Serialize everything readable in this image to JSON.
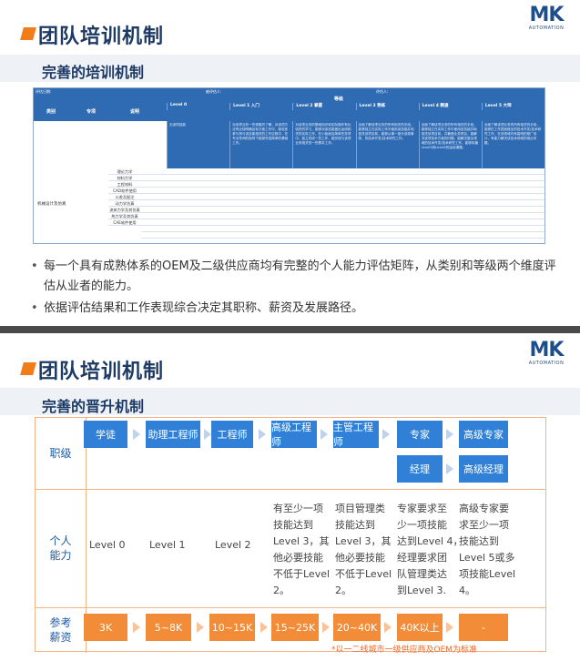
{
  "slide1": {
    "title": "团队培训机制",
    "logo": {
      "text": "MK",
      "sub": "AUTOMATION"
    },
    "subtitle": "完善的培训机制",
    "table": {
      "top_fields": [
        "评估日期:",
        "被评估人:",
        "评估人:"
      ],
      "header_grade": "等级",
      "col_category": "类别",
      "col_item": "专项",
      "col_desc": "说明",
      "levels": [
        "Level 0",
        "Level 1 入门",
        "Level 2 掌握",
        "Level 3 熟练",
        "Level 4 精通",
        "Level 5 大师"
      ],
      "level_desc": [
        "无该项技能",
        "对该项业务一些现象的了解，对该项方法有比较明确目标方面工作中，能较多参与到与该技能相关的工作过程中，在专业导师的指导下能够完成简单的基础工作。",
        "对该项业务的基础知识和实际操作有比较好的学习，能够对该技能做出运用相关的实际工作，在小板面及简单任务项中，独立完成一些工作，能完成与该项业务相关的一些基本工作。",
        "全面了解该项业务的所有相关的手段，能够独立在实际工作中使用该技能并地促进该项目前，能够从事一部分该类事物，的技术开发/技术研究工作。",
        "全面了解该项业务的所有相关的手段，能够独立在实际工作中使用该技能并地促进该项目前，并兼做业务项目，能解决该项技术方面的问题，能解决复杂领域的技术开发/技术研究工作，能够传播Level3到Level4的运用课题。",
        "全面了解该项业务的所有相关的手段，能够在工作层面做出的技术开发/技术研究工作，在该领域内有高明的推广设计，有能力解决该技术领域的难点问题。"
      ],
      "category": "机械设计及仿真",
      "skills": [
        "理论力学",
        "材料力学",
        "工程材料",
        "CAD软件使用",
        "公差及配注",
        "动力学仿真",
        "流体力学及其仿真",
        "热力学及其仿真",
        "CAE软件使用"
      ]
    },
    "bullets": [
      "每一个具有成熟体系的OEM及二级供应商均有完整的个人能力评估矩阵，从类别和等级两个维度评估从业者的能力。",
      "依据评估结果和工作表现综合决定其职称、薪资及发展路径。"
    ]
  },
  "slide2": {
    "title": "团队培训机制",
    "logo": {
      "text": "MK",
      "sub": "AUTOMATION"
    },
    "subtitle": "完善的晋升机制",
    "row_labels": {
      "rank": "职级",
      "ability": "个人能力",
      "salary": "参考薪资"
    },
    "ranks_top": [
      "学徒",
      "助理工程师",
      "工程师",
      "高级工程师",
      "主管工程师",
      "专家",
      "高级专家"
    ],
    "ranks_bottom": [
      "经理",
      "高级经理"
    ],
    "abilities_simple": [
      "Level 0",
      "Level 1",
      "Level 2"
    ],
    "abilities_detail": [
      [
        "有至少一项",
        "技能达到",
        "Level 3，其",
        "他必要技能",
        "不低于Level",
        "2。"
      ],
      [
        "项目管理类",
        "技能达到",
        "Level 3，其",
        "他必要技能",
        "不低于Level",
        "2。"
      ],
      [
        "专家要求至",
        "少一项技能",
        "达到Level 4，",
        "经理要求团",
        "队管理类达",
        "到Level 3."
      ],
      [
        "高级专家要",
        "求至少一项",
        "技能达到",
        "Level 5或多",
        "项技能Level",
        "4。"
      ]
    ],
    "salaries": [
      "3K",
      "5~8K",
      "10~15K",
      "15~25K",
      "20~40K",
      "40K以上",
      "-"
    ],
    "note": "*以一二线城市一级供应商及OEM为标准"
  }
}
